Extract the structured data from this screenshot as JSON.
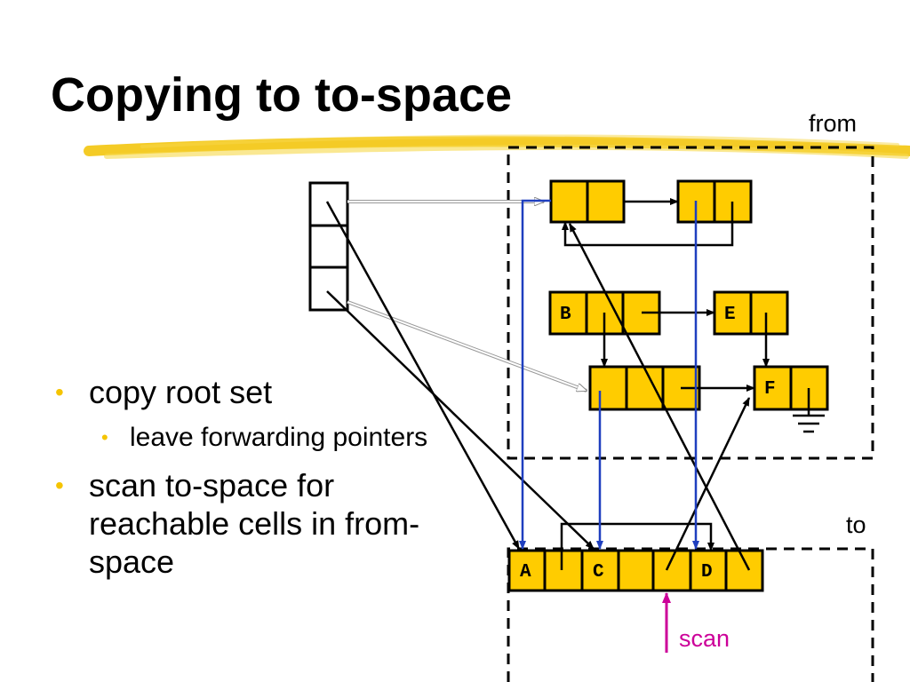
{
  "slide": {
    "title": "Copying to to-space",
    "bullets": [
      {
        "text": "copy root set",
        "sub": [
          "leave forwarding pointers"
        ]
      },
      {
        "text": "scan to-space for reachable cells in from-space",
        "sub": []
      }
    ]
  },
  "diagram": {
    "region_from_label": "from",
    "region_to_label": "to",
    "scan_label": "scan",
    "cell_labels": {
      "B": "B",
      "E": "E",
      "F": "F",
      "A": "A",
      "C": "C",
      "D": "D"
    }
  },
  "colors": {
    "cell_fill": "#ffcc00",
    "forward_pointer": "#1f3fbf",
    "scan_pointer": "#cc0099",
    "bullet": "#f5c400",
    "highlight": "#f2c200"
  }
}
